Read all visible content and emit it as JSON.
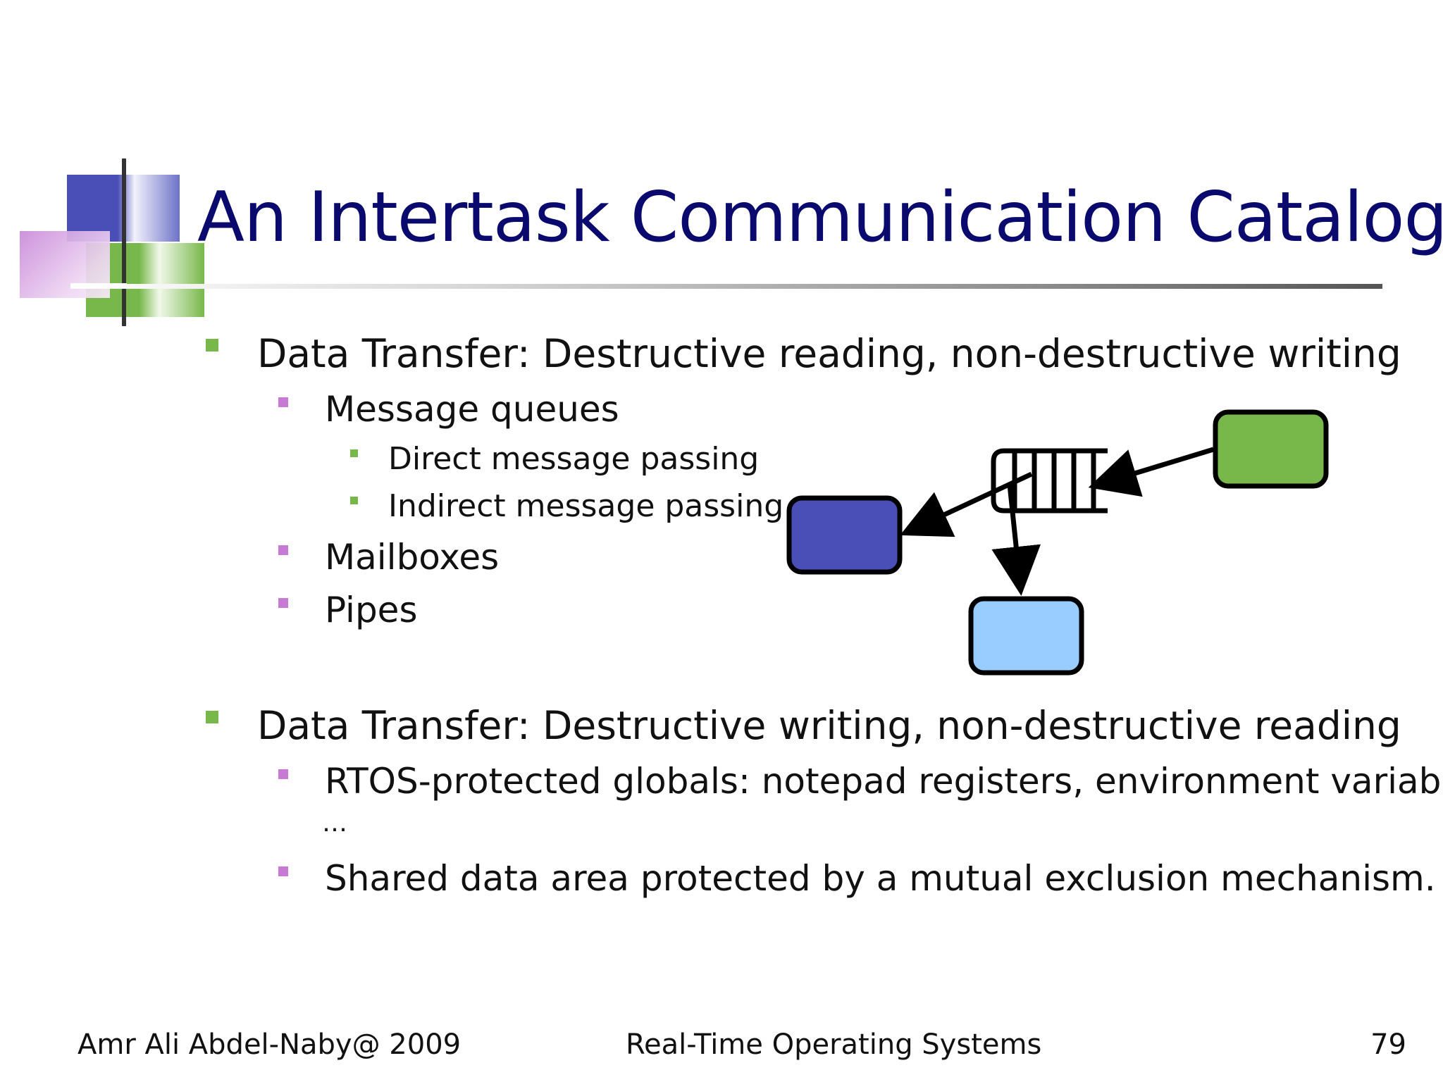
{
  "slide": {
    "title": "An Intertask Communication Catalog",
    "bullets": {
      "b1": "Data Transfer: Destructive reading, non-destructive writing",
      "b1_sub1": "Message queues",
      "b1_sub1_a": "Direct message passing",
      "b1_sub1_b": "Indirect message passing",
      "b1_sub2": "Mailboxes",
      "b1_sub3": "Pipes",
      "b2": "Data Transfer: Destructive writing, non-destructive reading",
      "b2_sub1": "RTOS-protected globals: notepad registers, environment variables,",
      "b2_sub1_cont": "…",
      "b2_sub2": "Shared data area protected by a mutual exclusion mechanism."
    },
    "footer": {
      "author": "Amr Ali Abdel-Naby@ 2009",
      "course": "Real-Time Operating Systems",
      "page": "79"
    }
  },
  "colors": {
    "title": "#0a0a6e",
    "bullet_l1": "#78b84a",
    "bullet_l2": "#c77ad4",
    "sender_task": "#78b84a",
    "receiver_task_1": "#4a4fb8",
    "receiver_task_2": "#99ccff"
  },
  "diagram": {
    "nodes": [
      "sender-task",
      "message-queue",
      "receiver-task-1",
      "receiver-task-2"
    ],
    "edges": [
      {
        "from": "sender-task",
        "to": "message-queue"
      },
      {
        "from": "message-queue",
        "to": "receiver-task-1"
      },
      {
        "from": "message-queue",
        "to": "receiver-task-2"
      }
    ]
  }
}
